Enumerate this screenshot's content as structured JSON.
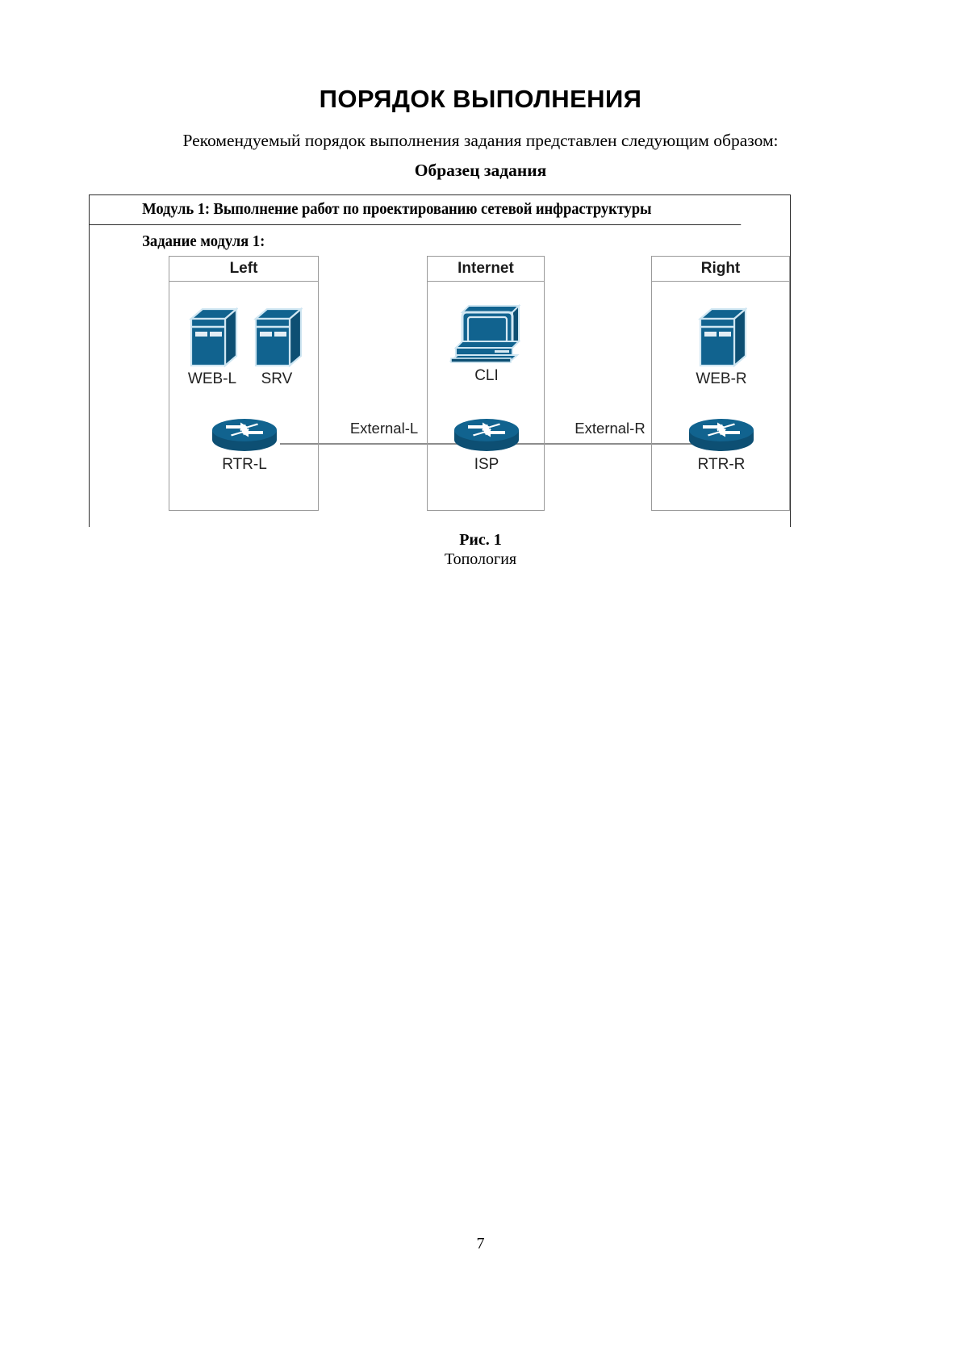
{
  "document": {
    "title": "ПОРЯДОК ВЫПОЛНЕНИЯ",
    "intro": "Рекомендуемый порядок выполнения задания представлен следующим образом:",
    "sample_heading": "Образец задания",
    "page_number": "7"
  },
  "module_table": {
    "header": "Модуль 1: Выполнение работ по проектированию сетевой инфраструктуры",
    "task_label": "Задание модуля 1:"
  },
  "figure": {
    "number": "Рис. 1",
    "subtitle": "Топология"
  },
  "topology": {
    "colors": {
      "device_fill": "#11638f",
      "device_fill_dark": "#0d4f73",
      "device_highlight": "#d7e9f3",
      "device_outline": "#bfdcea",
      "zone_border": "#9a9a9a",
      "link_line": "#8d8d8d",
      "text": "#222222"
    },
    "zones": [
      {
        "id": "left",
        "title": "Left",
        "nodes": [
          {
            "id": "webl",
            "label": "WEB-L",
            "icon": "server-icon",
            "type": "server"
          },
          {
            "id": "srv",
            "label": "SRV",
            "icon": "server-icon",
            "type": "server"
          },
          {
            "id": "rtrl",
            "label": "RTR-L",
            "icon": "router-icon",
            "type": "router"
          }
        ]
      },
      {
        "id": "internet",
        "title": "Internet",
        "nodes": [
          {
            "id": "cli",
            "label": "CLI",
            "icon": "workstation-icon",
            "type": "workstation"
          },
          {
            "id": "isp",
            "label": "ISP",
            "icon": "router-icon",
            "type": "router"
          }
        ]
      },
      {
        "id": "right",
        "title": "Right",
        "nodes": [
          {
            "id": "webr",
            "label": "WEB-R",
            "icon": "server-icon",
            "type": "server"
          },
          {
            "id": "rtrr",
            "label": "RTR-R",
            "icon": "router-icon",
            "type": "router"
          }
        ]
      }
    ],
    "links": [
      {
        "id": "external-l",
        "label": "External-L",
        "from": "RTR-L",
        "to": "ISP"
      },
      {
        "id": "external-r",
        "label": "External-R",
        "from": "ISP",
        "to": "RTR-R"
      }
    ]
  }
}
